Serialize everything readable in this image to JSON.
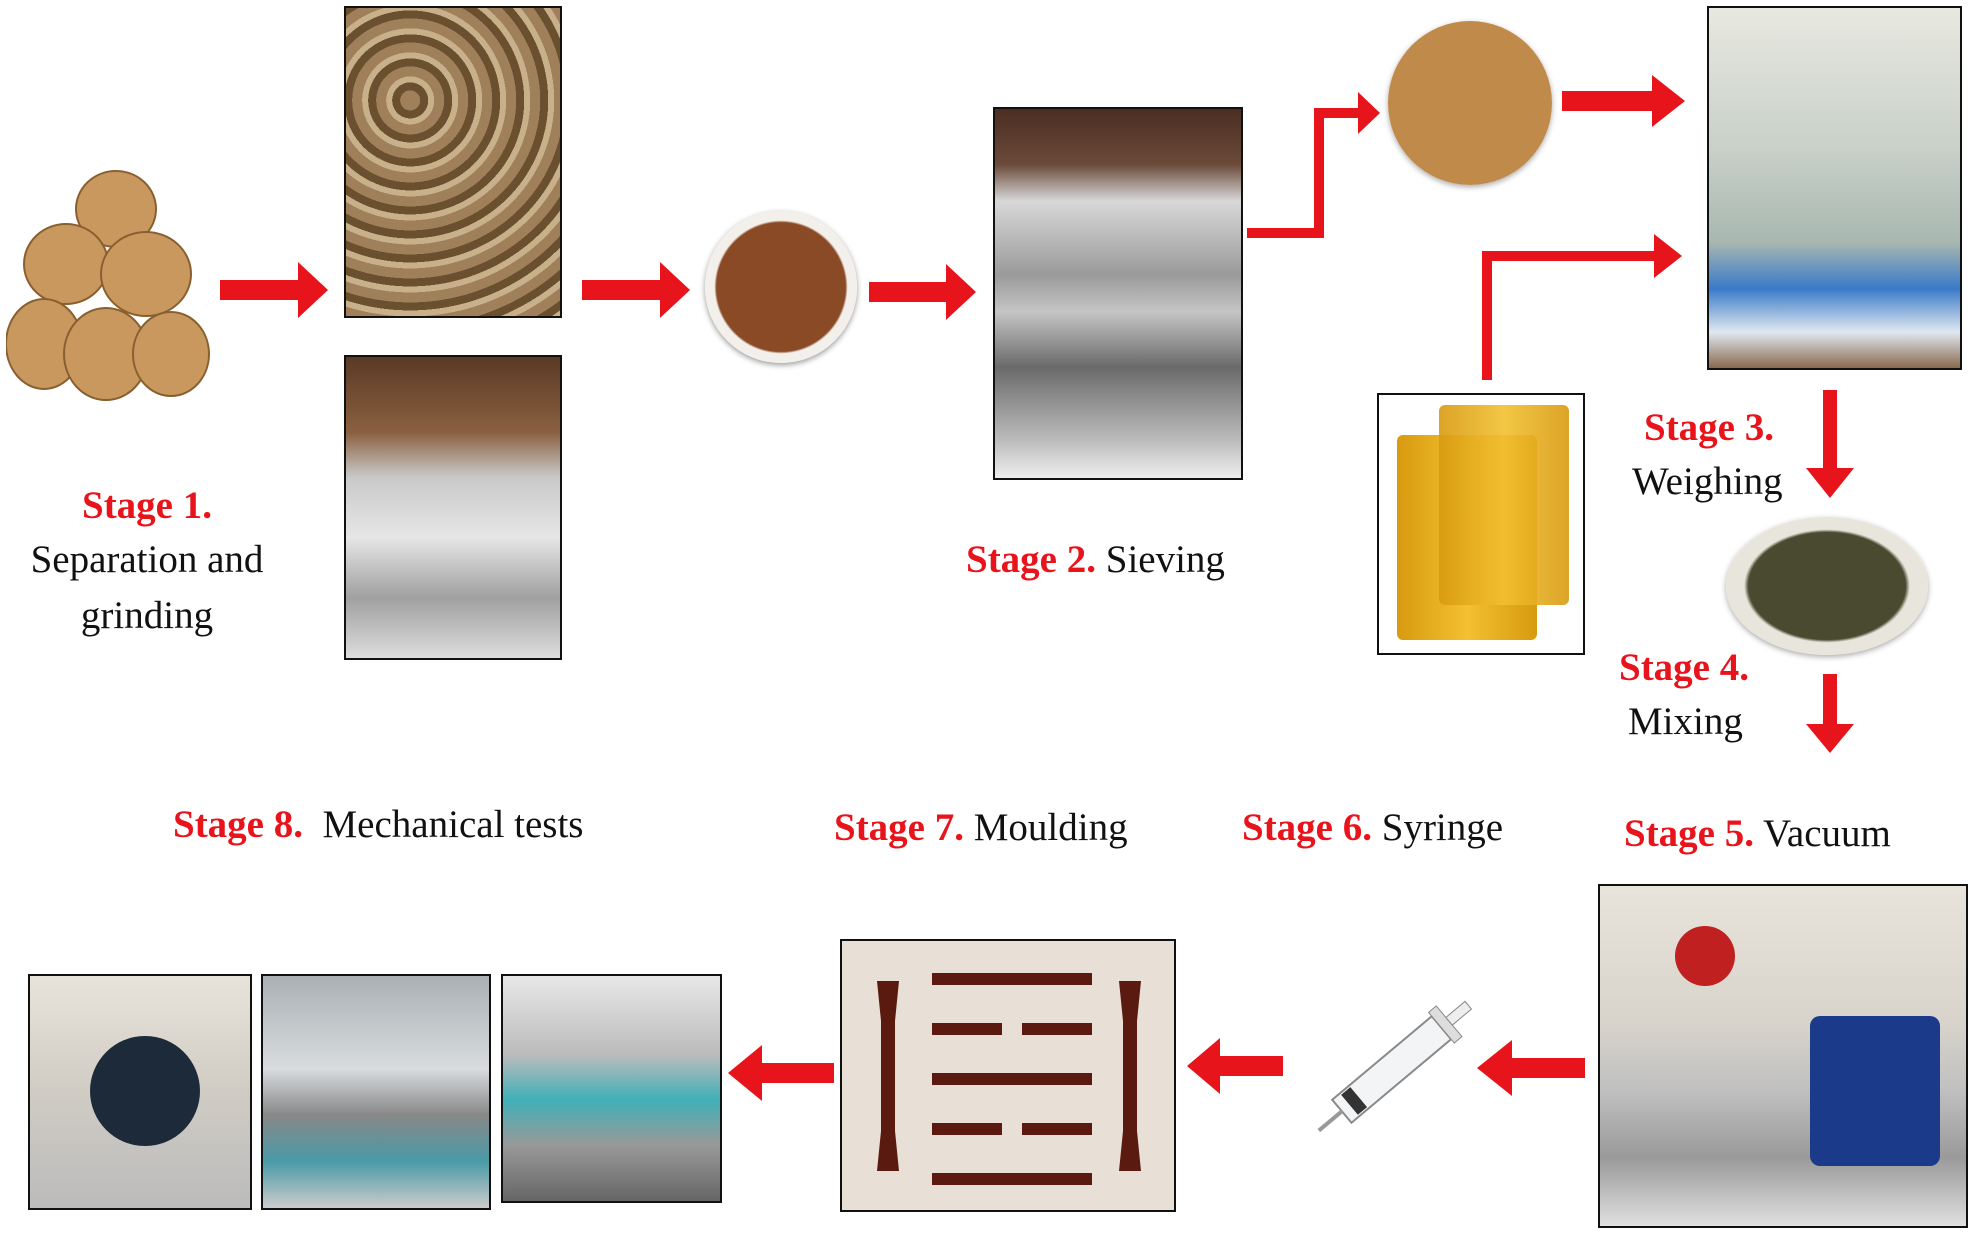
{
  "stages": {
    "s1": {
      "title": "Stage 1.",
      "desc_line1": "Separation and",
      "desc_line2": "grinding"
    },
    "s2": {
      "title": "Stage 2.",
      "desc": "Sieving"
    },
    "s3": {
      "title": "Stage 3.",
      "desc": "Weighing"
    },
    "s4": {
      "title": "Stage 4.",
      "desc": "Mixing"
    },
    "s5": {
      "title": "Stage 5.",
      "desc": "Vacuum"
    },
    "s6": {
      "title": "Stage 6.",
      "desc": "Syringe"
    },
    "s7": {
      "title": "Stage 7.",
      "desc": "Moulding"
    },
    "s8": {
      "title": "Stage 8.",
      "desc": "Mechanical tests"
    }
  },
  "colors": {
    "arrow": "#e8141c",
    "stage_title": "#e8141c",
    "text": "#111111"
  }
}
